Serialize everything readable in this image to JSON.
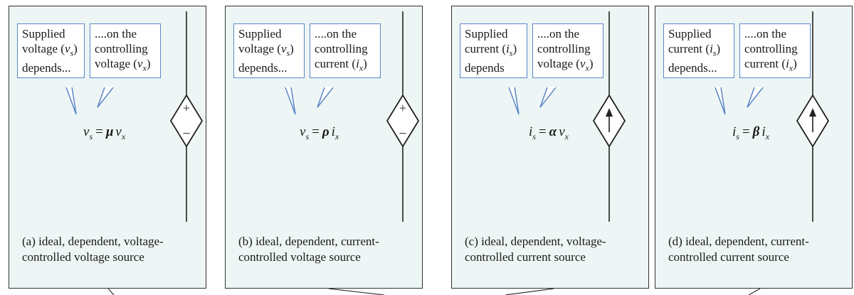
{
  "panels": [
    {
      "left_bubble": [
        "Supplied",
        "voltage (",
        "depends..."
      ],
      "left_var": "v",
      "left_sub": "s",
      "right_bubble": [
        "....on the",
        "controlling",
        "voltage ("
      ],
      "right_var": "v",
      "right_sub": "x",
      "eq": {
        "lhs": "v",
        "lhs_sub": "s",
        "eqsign": "=",
        "coef": "μ",
        "rhs": "v",
        "rhs_sub": "x"
      },
      "symbol": "voltage",
      "plus": "+",
      "minus": "–",
      "caption": [
        "(a) ideal, dependent, voltage-",
        "controlled voltage source"
      ]
    },
    {
      "left_bubble": [
        "Supplied",
        "voltage (",
        "depends..."
      ],
      "left_var": "v",
      "left_sub": "s",
      "right_bubble": [
        "....on the",
        "controlling",
        "current ("
      ],
      "right_var": "i",
      "right_sub": "x",
      "eq": {
        "lhs": "v",
        "lhs_sub": "s",
        "eqsign": "=",
        "coef": "ρ",
        "rhs": "i",
        "rhs_sub": "x"
      },
      "symbol": "voltage",
      "plus": "+",
      "minus": "–",
      "caption": [
        "(b) ideal, dependent, current-",
        "controlled voltage source"
      ]
    },
    {
      "left_bubble": [
        "Supplied",
        "current (",
        "depends"
      ],
      "left_var": "i",
      "left_sub": "s",
      "right_bubble": [
        "....on the",
        "controlling",
        "voltage ("
      ],
      "right_var": "v",
      "right_sub": "x",
      "eq": {
        "lhs": "i",
        "lhs_sub": "s",
        "eqsign": "=",
        "coef": "α",
        "rhs": "v",
        "rhs_sub": "x"
      },
      "symbol": "current",
      "caption": [
        "(c) ideal, dependent, voltage-",
        "controlled current source"
      ]
    },
    {
      "left_bubble": [
        "Supplied",
        "current (",
        "depends..."
      ],
      "left_var": "i",
      "left_sub": "s",
      "right_bubble": [
        "....on the",
        "controlling",
        "current ("
      ],
      "right_var": "i",
      "right_sub": "x",
      "eq": {
        "lhs": "i",
        "lhs_sub": "s",
        "eqsign": "=",
        "coef": "β",
        "rhs": "i",
        "rhs_sub": "x"
      },
      "symbol": "current",
      "caption": [
        "(d) ideal, dependent, current-",
        "controlled current source"
      ]
    }
  ]
}
